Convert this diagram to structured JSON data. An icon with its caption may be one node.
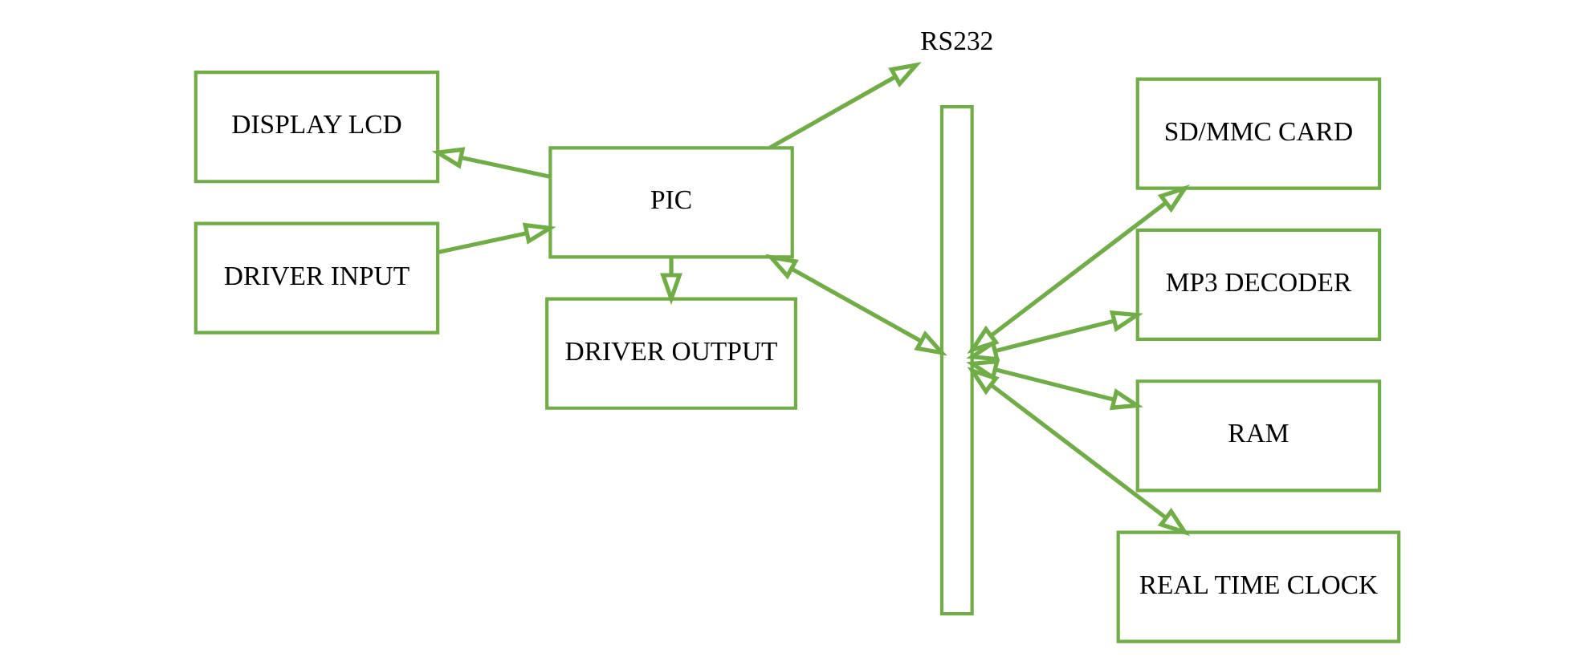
{
  "diagram": {
    "nodes": [
      {
        "text": [
          "DISPLAY LCD"
        ]
      },
      {
        "text": [
          "RS232"
        ]
      },
      {
        "text": [
          "DRIVER INPUT"
        ]
      },
      {
        "text": [
          "PIC"
        ]
      },
      {
        "text": [
          "DRIVER OUTPUT"
        ]
      },
      {
        "text": [],
        "shape": "bar"
      },
      {
        "text": [
          "SD/MMC CARD"
        ]
      },
      {
        "text": [
          "MP3 DECODER"
        ]
      },
      {
        "text": [
          "RAM"
        ]
      },
      {
        "text": [
          "REAL TIME CLOCK"
        ]
      }
    ],
    "edges": [
      {
        "from": 3,
        "to": 0,
        "arrow": "to"
      },
      {
        "from": 3,
        "to": 1,
        "arrow": "to"
      },
      {
        "from": 2,
        "to": 3,
        "arrow": "to"
      },
      {
        "from": 3,
        "to": 4,
        "arrow": "to"
      },
      {
        "from": 3,
        "to": 5,
        "arrow": "both"
      },
      {
        "from": 5,
        "to": 6,
        "arrow": "both"
      },
      {
        "from": 5,
        "to": 7,
        "arrow": "both"
      },
      {
        "from": 5,
        "to": 8,
        "arrow": "both"
      },
      {
        "from": 5,
        "to": 9,
        "arrow": "both"
      }
    ]
  }
}
